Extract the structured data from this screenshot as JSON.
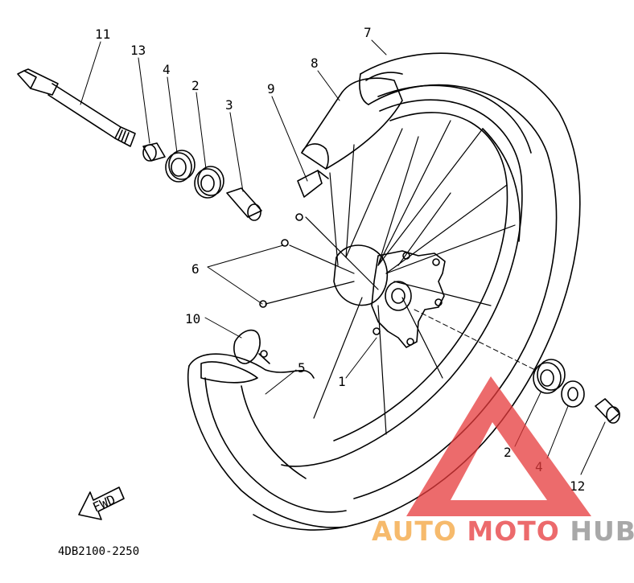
{
  "callouts": {
    "c1": "1",
    "c2a": "2",
    "c2b": "2",
    "c3": "3",
    "c4a": "4",
    "c4b": "4",
    "c5": "5",
    "c6": "6",
    "c7": "7",
    "c8": "8",
    "c9": "9",
    "c10": "10",
    "c11": "11",
    "c12": "12",
    "c13": "13"
  },
  "fwd_label": "FWD",
  "part_code": "4DB2100-2250",
  "watermark": {
    "auto": "AUTO",
    "moto": "MOTO",
    "hub": "HUB",
    "colors": {
      "red": "#e6393b",
      "orange": "#f3a33c",
      "grey": "#8c8c8c"
    }
  }
}
